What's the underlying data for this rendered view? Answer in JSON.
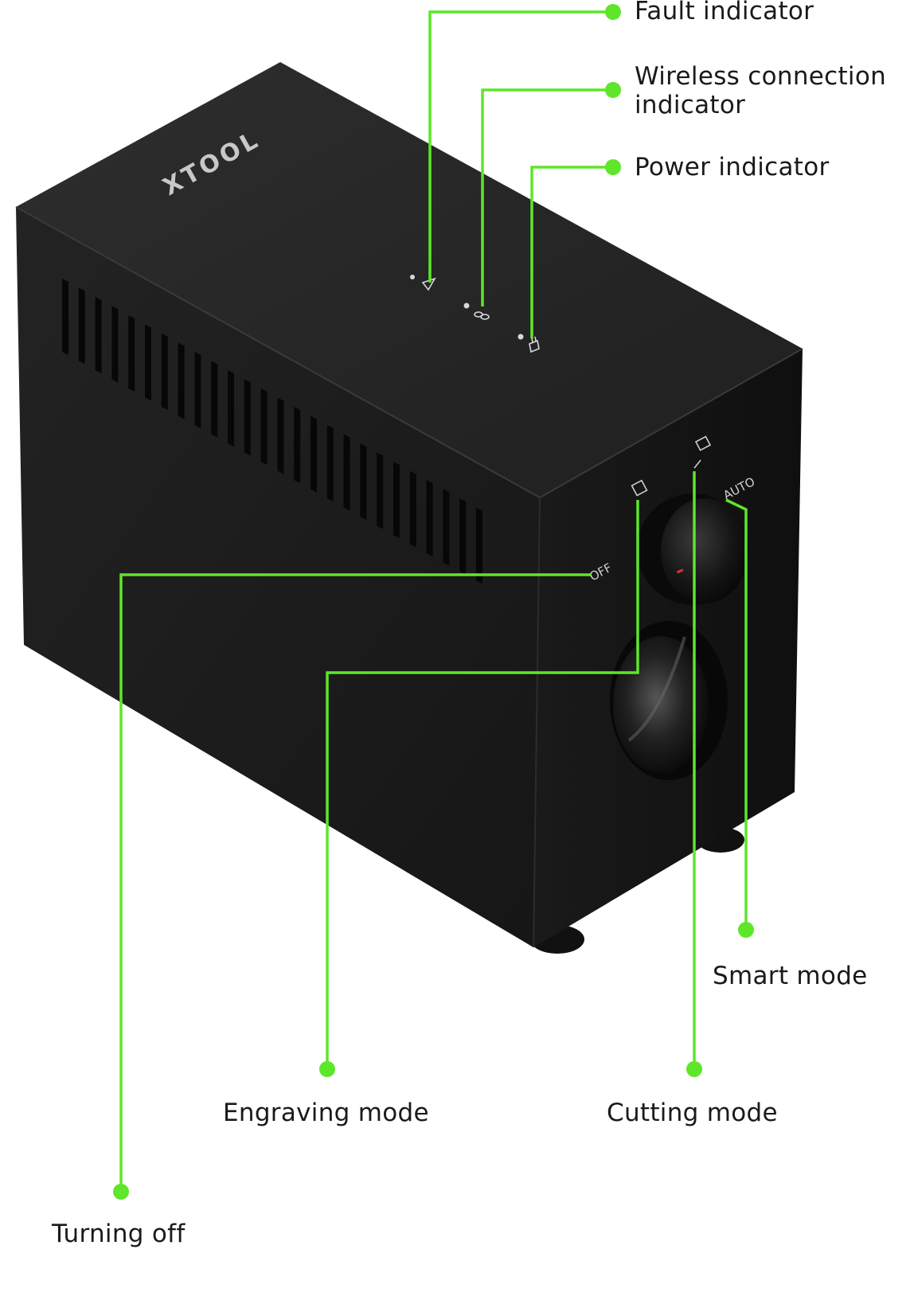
{
  "brand": "XTOOL",
  "colors": {
    "callout": "#5ee62a",
    "body_front": "#1d1d1d",
    "body_top": "#252525",
    "body_side": "#141414",
    "text": "#1a1a1a"
  },
  "panel_marks": {
    "off": "OFF",
    "auto": "AUTO"
  },
  "callouts": [
    {
      "id": "fault",
      "label": "Fault indicator",
      "icon": "warning-triangle-icon"
    },
    {
      "id": "wireless",
      "label": "Wireless connection\nindicator",
      "icon": "link-icon"
    },
    {
      "id": "power",
      "label": "Power indicator",
      "icon": "power-plug-icon"
    },
    {
      "id": "smart",
      "label": "Smart mode"
    },
    {
      "id": "engraving",
      "label": "Engraving mode"
    },
    {
      "id": "cutting",
      "label": "Cutting mode"
    },
    {
      "id": "off",
      "label": "Turning off"
    }
  ]
}
